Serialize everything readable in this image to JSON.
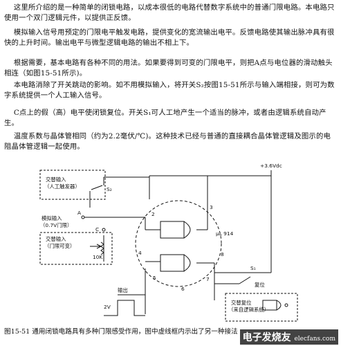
{
  "paragraphs": [
    "    这里所介绍的是一种简单的闭锁电路，以成本很低的电路代替数字系统中的普通门限电路。本电路只使用一个双门逻辑元件，以提供正反馈。",
    "    模拟输入信号用预定的门限电平触发电路，提供变化的宽流输出电平。反馈电路使其输出脉冲具有很快的上升时间。输出电平与微型逻辑电路的输出不相上下。",
    "    根据需要，基本电路有各种不同的用法。如果要得到可变的门限电平，则把A点与电位器的滑动触头相连（如图15-51所示)。",
    "    本电路消除了开关跳动的影响。如不用模拟输入，将开关S₂按图15-51所示与输入端相接，则可为数字系统提供一个人工输入信号。",
    "    C点上的假（高）电平使闭锁复位。开关S₁可人工地产生一个适当的脉冲，或者由逻辑系统自动产生。",
    "    温度系数与晶体管相同（约为2.2毫伏/℃)。这种技术已经与普通的直接耦合晶体管逻辑及图示的电阻晶体管逻辑一起使用。"
  ],
  "figure": {
    "supply_label": "+3.6Vdc",
    "box_manual": "交替输入\n（人工触发器）",
    "switch_s2": "S₂",
    "point_a": "A",
    "analog_input": "模拟输入\n（0.7V门限）",
    "box_variable": "交替输入\n（门限可变）",
    "pot_value": "10K",
    "point_c": "C",
    "ic_label": "μL 914",
    "pin_labels": [
      "2",
      "3",
      "4",
      "5",
      "6",
      "7",
      "8"
    ],
    "output_label": "输出",
    "waveform_label": "2V",
    "switch_s1": "S₁",
    "reset_label": "复位",
    "box_reset": "交替复位\n（来自逻辑系统）"
  },
  "caption": "图15-51   通用闭锁电路具有多种门限感受作用，图中虚线框内示出了另一种接法",
  "watermark": {
    "main": "电子发烧友",
    "sub": "elecfans.com"
  }
}
